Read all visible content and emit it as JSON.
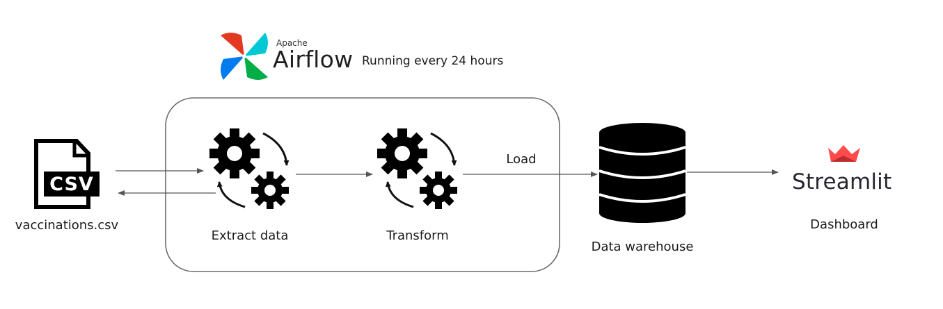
{
  "airflow": {
    "logo_small_text": "Apache",
    "logo_big_text": "Airflow",
    "schedule_text": "Running every 24 hours"
  },
  "nodes": {
    "source": {
      "file_badge": "CSV",
      "label": "vaccinations.csv"
    },
    "extract": {
      "label": "Extract data"
    },
    "transform": {
      "label": "Transform"
    },
    "warehouse": {
      "label": "Data warehouse"
    },
    "dashboard": {
      "logo_text": "Streamlit",
      "label": "Dashboard"
    }
  },
  "edges": {
    "load_label": "Load"
  },
  "colors": {
    "airflow_red": "#e43921",
    "airflow_blue": "#00ad46",
    "streamlit_red": "#ff4b4b",
    "ink": "#000000",
    "arrow": "#555555",
    "frame": "#6b6b6b"
  }
}
